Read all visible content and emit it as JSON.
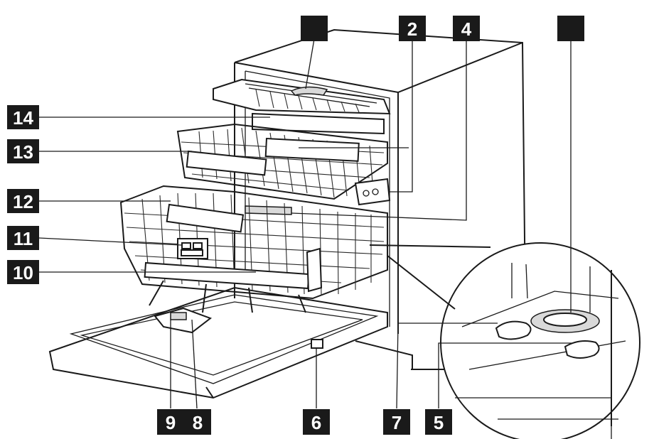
{
  "callouts": [
    {
      "id": "14",
      "label": "14"
    },
    {
      "id": "13",
      "label": "13"
    },
    {
      "id": "12",
      "label": "12"
    },
    {
      "id": "11",
      "label": "11"
    },
    {
      "id": "10",
      "label": "10"
    },
    {
      "id": "9",
      "label": "9"
    },
    {
      "id": "8",
      "label": "8"
    },
    {
      "id": "6",
      "label": "6"
    },
    {
      "id": "7",
      "label": "7"
    },
    {
      "id": "5",
      "label": "5"
    },
    {
      "id": "2-3",
      "label": "2"
    },
    {
      "id": "4",
      "label": "4"
    },
    {
      "id": "1",
      "label": ""
    },
    {
      "id": "3",
      "label": ""
    }
  ]
}
